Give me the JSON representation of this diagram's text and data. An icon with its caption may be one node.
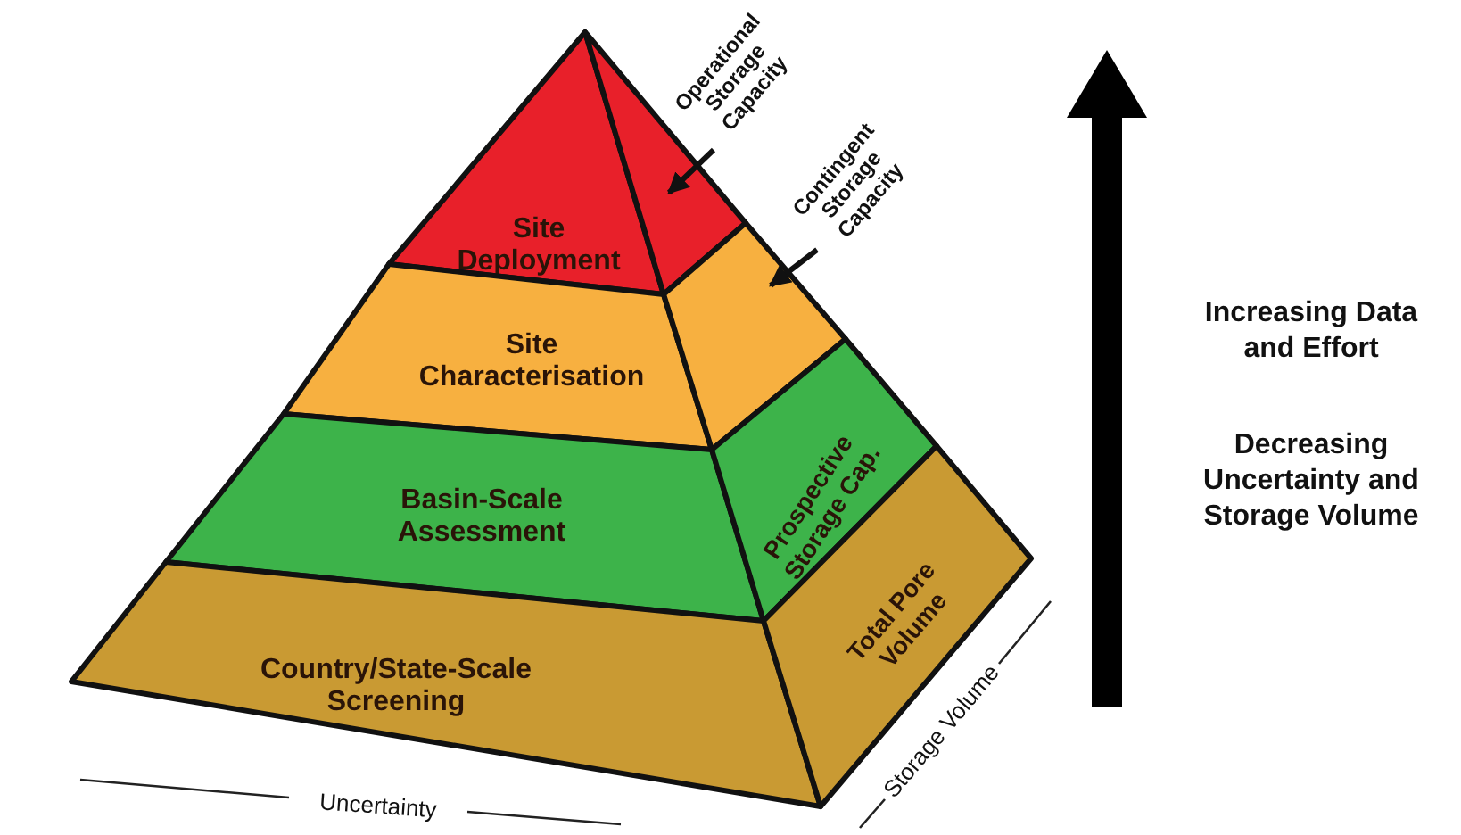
{
  "diagram": {
    "nodes": [
      {
        "text": [
          "Site Deployment"
        ]
      },
      {
        "text": [],
        "shape": "triangle"
      },
      {
        "text": [
          "Site Characterisation"
        ]
      },
      {
        "text": [],
        "shape": "box"
      },
      {
        "text": [
          "Basin-Scale Assessment"
        ]
      },
      {
        "text": [
          "Prospective Storage Cap."
        ]
      },
      {
        "text": [
          "Country/State-Scale Screening"
        ]
      },
      {
        "text": [
          "Total Pore Volume"
        ]
      },
      {
        "text": [
          "Operational Storage Capacity"
        ]
      },
      {
        "text": [
          "Contingent Storage Capacity"
        ]
      }
    ],
    "edges": [
      {
        "from": 8,
        "to": 1,
        "arrow": "to"
      },
      {
        "from": 9,
        "to": 3,
        "arrow": "to"
      }
    ],
    "labels": [
      "Increasing Data and Effort",
      "Decreasing Uncertainty and Storage Volume",
      "Storage Volume",
      "Uncertainty"
    ]
  }
}
